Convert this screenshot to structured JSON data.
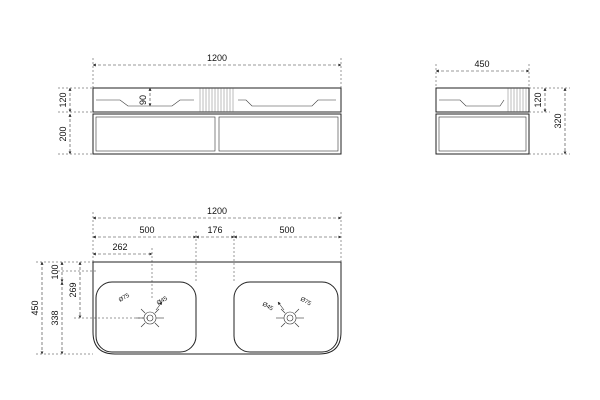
{
  "front_view": {
    "total_width": "1200",
    "top_height": "120",
    "basin_depth": "90",
    "cabinet_height": "200"
  },
  "side_view": {
    "depth": "450",
    "top_height": "120",
    "total_height": "320"
  },
  "plan_view": {
    "total_width": "1200",
    "basin_left": "500",
    "gap": "176",
    "basin_right": "500",
    "drain_offset": "262",
    "depth": "450",
    "edge_offset": "100",
    "faucet_offset": "269",
    "drain_from_front": "338",
    "left_basin_hole_1": "Ø75",
    "left_basin_hole_2": "Ø45",
    "right_basin_hole_1": "Ø45",
    "right_basin_hole_2": "Ø75"
  }
}
